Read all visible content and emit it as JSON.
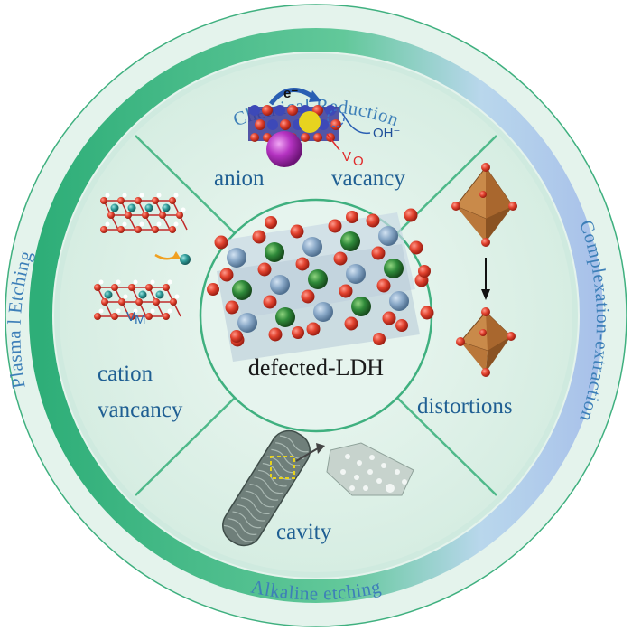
{
  "ring": {
    "top": "Chemical Reduction",
    "right": "Complexation-extraction",
    "bottom": "Alkaline etching",
    "left": "Plasma l Etching"
  },
  "center": {
    "label": "defected-LDH"
  },
  "sections": {
    "anion": {
      "word1": "anion",
      "word2": "vacancy",
      "electron": "e⁻",
      "hydroxide": "OH⁻",
      "vo": "V",
      "vo_sub": "O"
    },
    "cation": {
      "line1": "cation",
      "line2": "vancancy",
      "vm": "V",
      "vm_sub": "M"
    },
    "distortion": {
      "label": "distortions"
    },
    "cavity": {
      "label": "cavity"
    }
  },
  "colors": {
    "outer_fill": "#e4f3ec",
    "band_green": "#2eae78",
    "band_light": "#cfeadf",
    "band_blue": "#a9c2ea",
    "inner_fill": "#dcefe6",
    "divider": "#4fb98a",
    "text_blue": "#1f5f93",
    "atom_red": "#d2392b",
    "atom_green": "#2f8a3a",
    "atom_blue": "#8aa9c8",
    "octahedron": "#b9773a"
  }
}
